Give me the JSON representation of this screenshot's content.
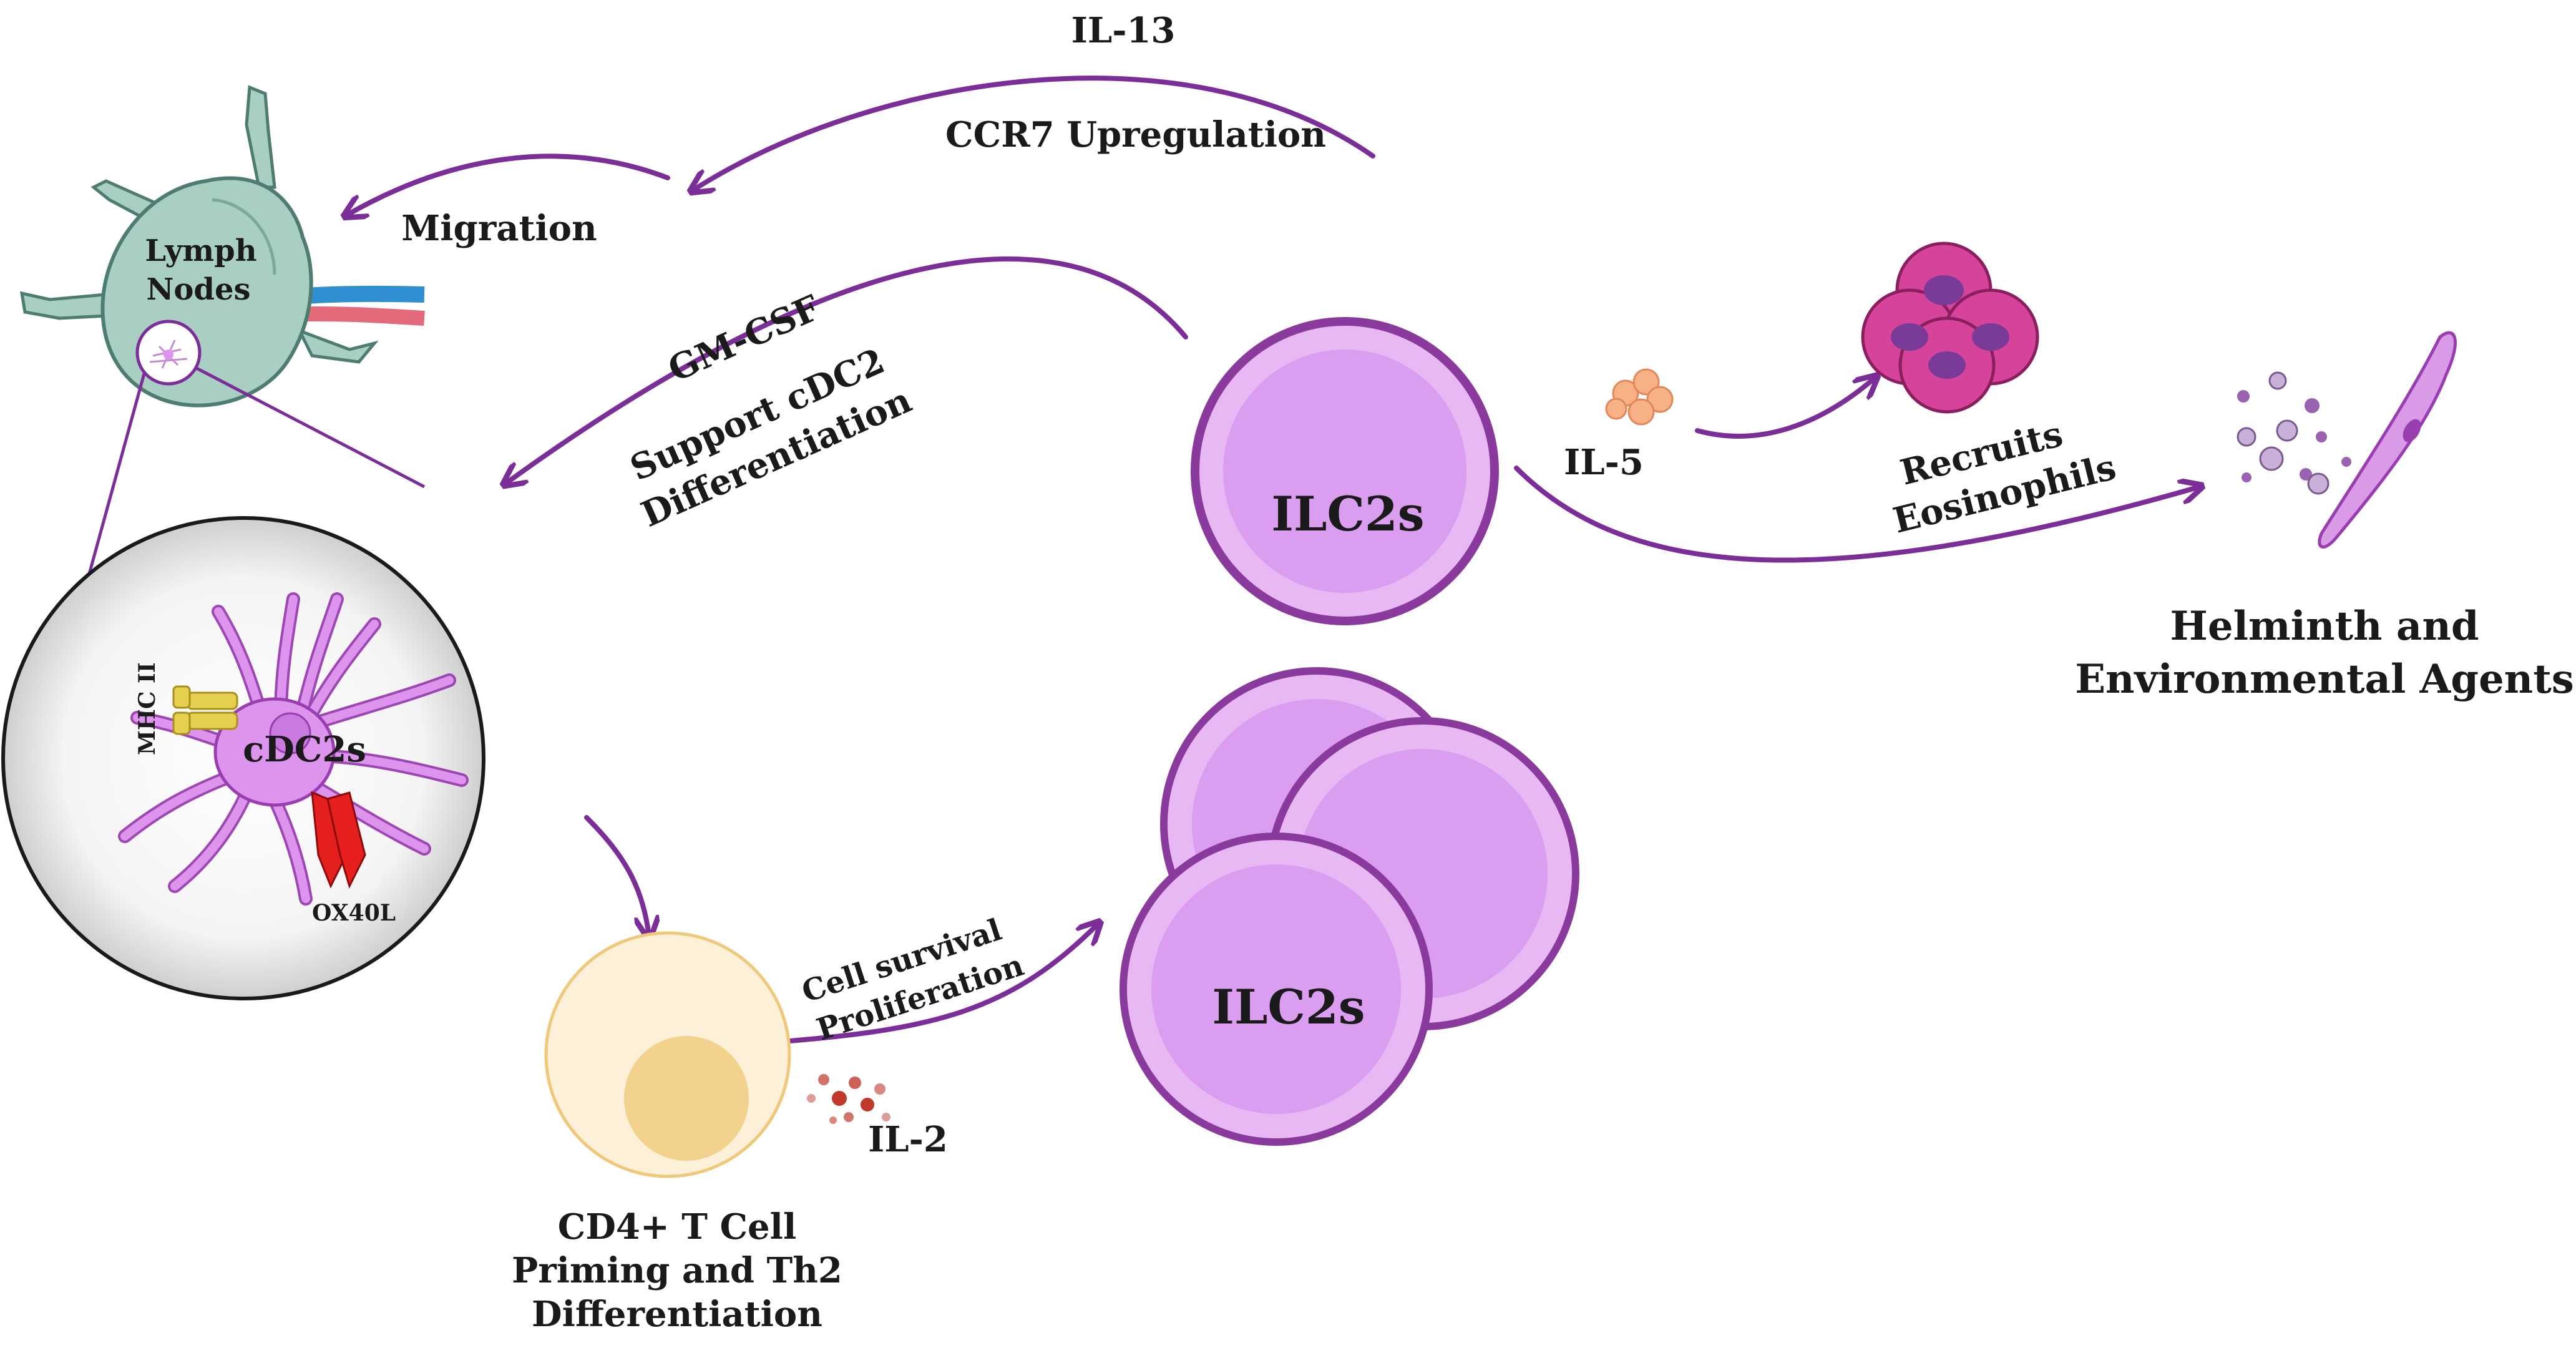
{
  "labels": {
    "il13": "IL-13",
    "ccr7": "CCR7 Upregulation",
    "migration": "Migration",
    "lymph_nodes": [
      "Lymph",
      "Nodes"
    ],
    "gmcsf": "GM-CSF",
    "support": [
      "Support cDC2",
      "Differentiation"
    ],
    "ilc2_top": "ILC2s",
    "il5": "IL-5",
    "recruits": [
      "Recruits",
      "Eosinophils"
    ],
    "helminth": [
      "Helminth and",
      "Environmental Agents"
    ],
    "mhc": "MHC II",
    "cdc2s": "cDC2s",
    "ox40l": "OX40L",
    "cell_survival": [
      "Cell survival",
      "Proliferation"
    ],
    "ilc2_bottom": "ILC2s",
    "il2": "IL-2",
    "cd4": [
      "CD4+ T Cell",
      "Priming and Th2",
      "Differentiation"
    ]
  },
  "colors": {
    "arrow": "#7b2d98",
    "ilc2_fill": "#e7b8f3",
    "ilc2_inner": "#da9df0",
    "ilc2_ring": "#8a3a9c",
    "lymph_fill": "#a9cfc3",
    "lymph_stroke": "#4f7c72",
    "tcell_fill": "#fdf0d8",
    "tcell_nucleus": "#f3d28e",
    "eosinophil": "#d6439a",
    "il5_particles": "#f8b184",
    "il2_particles": "#c0392b",
    "helminth": "#c46ed3",
    "dc_fill": "#dd94ec",
    "mhc": "#e7cf4f",
    "ox40l": "#e51e1e"
  }
}
